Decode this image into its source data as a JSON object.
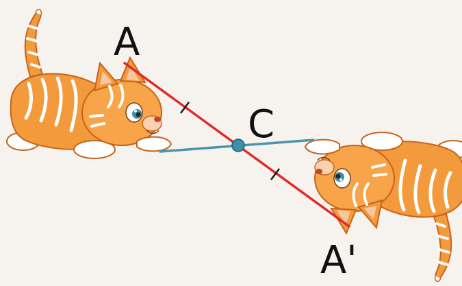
{
  "labels": {
    "point_a": "A",
    "point_center": "C",
    "point_a_image": "A'"
  },
  "colors": {
    "background": "#f6f3ee",
    "segment_red": "#e02a2a",
    "segment_blue": "#4a94ad",
    "center_point": "#3b8fa8",
    "cat_orange": "#f39a3c",
    "cat_stripe": "#ffffff",
    "cat_outline": "#c7631a"
  },
  "icons": {
    "left_cat": "cat-illustration",
    "right_cat": "cat-illustration-rotated-180",
    "tick_marks": "equal-length-tick-marks"
  }
}
